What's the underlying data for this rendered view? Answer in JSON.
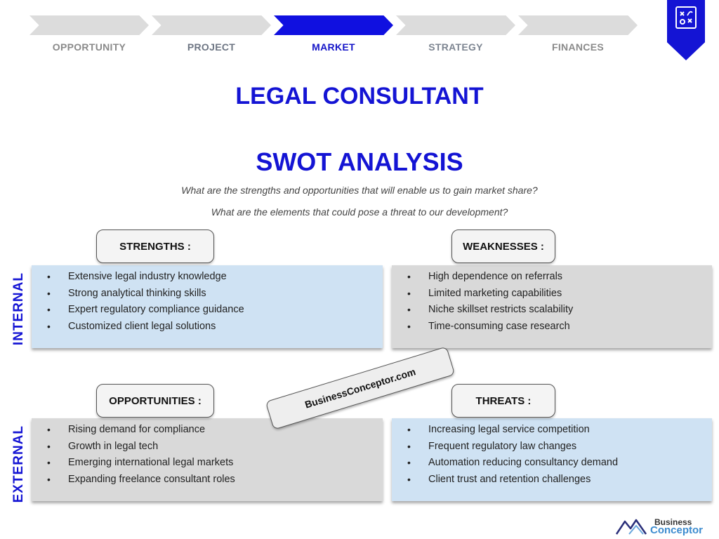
{
  "steps": [
    {
      "label": "OPPORTUNITY",
      "active": false
    },
    {
      "label": "PROJECT",
      "active": false
    },
    {
      "label": "MARKET",
      "active": true
    },
    {
      "label": "STRATEGY",
      "active": false
    },
    {
      "label": "FINANCES",
      "active": false
    }
  ],
  "colors": {
    "accent": "#1414d4",
    "blue_box": "#cfe2f3",
    "gray_box": "#d9d9d9"
  },
  "title": "LEGAL CONSULTANT",
  "subtitle": "SWOT ANALYSIS",
  "questions": [
    "What are the strengths and opportunities that will enable us to gain market share?",
    "What are the elements that could pose a threat to our development?"
  ],
  "side_labels": {
    "internal": "INTERNAL",
    "external": "EXTERNAL"
  },
  "strengths": {
    "label": "STRENGTHS :",
    "items": [
      "Extensive legal industry knowledge",
      "Strong analytical thinking skills",
      "Expert regulatory compliance guidance",
      "Customized client legal solutions"
    ]
  },
  "weaknesses": {
    "label": "WEAKNESSES :",
    "items": [
      "High dependence on referrals",
      "Limited marketing capabilities",
      "Niche skillset restricts scalability",
      "Time-consuming case research"
    ]
  },
  "opportunities": {
    "label": "OPPORTUNITIES :",
    "items": [
      "Rising demand for compliance",
      "Growth in legal tech",
      "Emerging international legal markets",
      "Expanding freelance consultant roles"
    ]
  },
  "threats": {
    "label": "THREATS :",
    "items": [
      "Increasing legal service competition",
      "Frequent regulatory law changes",
      "Automation reducing consultancy demand",
      "Client trust and retention challenges"
    ]
  },
  "watermark": "BusinessConceptor.com",
  "brand": {
    "line1": "Business",
    "line2": "Conceptor"
  },
  "icons": {
    "bookmark": "strategy-board-icon",
    "brand": "mountain-logo-icon"
  }
}
